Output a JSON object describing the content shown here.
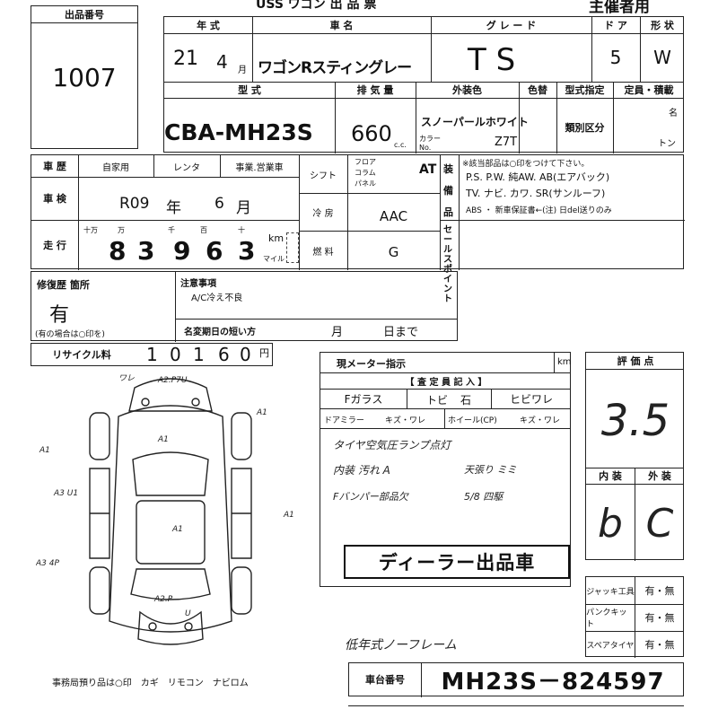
{
  "header": {
    "top_title": "USS ワゴン 出 品 票",
    "organizer": "主催者用"
  },
  "lot": {
    "label": "出品番号",
    "number": "1007"
  },
  "vehicle": {
    "year_label": "年 式",
    "year": "21",
    "month": "4",
    "month_unit": "月",
    "name_label": "車 名",
    "name": "ワゴンRスティングレー",
    "grade_label": "グ レ ー ド",
    "grade": "T S",
    "doors_label": "ド ア",
    "doors": "5",
    "shape_label": "形 状",
    "shape": "W",
    "model_label": "型 式",
    "model": "CBA-MH23S",
    "displacement_label": "排 気 量",
    "displacement": "660",
    "cc_unit": "c.c.",
    "exterior_color_label": "外装色",
    "exterior_color": "スノーパールホワイト",
    "color_change_label": "色替",
    "color_no_label": "カラー No.",
    "color_no": "Z7T",
    "type_designation_label": "型式指定",
    "classification_label": "類別区分",
    "capacity_label": "定員・積載",
    "capacity_unit_people": "名",
    "capacity_unit_ton": "トン"
  },
  "history": {
    "label": "車 歴",
    "options": [
      "自家用",
      "レンタ",
      "事業.営業車"
    ],
    "inspection_label": "車 検",
    "inspection_era": "R09",
    "year_unit": "年",
    "inspection_month": "6",
    "month_unit": "月",
    "mileage_label": "走 行",
    "mileage_digits": [
      "8",
      "3",
      "9",
      "6",
      "3"
    ],
    "mileage_places": [
      "十万",
      "万",
      "千",
      "百",
      "十",
      "km"
    ],
    "km_label": "km",
    "mile_label": "マイル"
  },
  "specs": {
    "shift_label": "シフト",
    "shift_options": [
      "フロア",
      "コラム",
      "パネル"
    ],
    "shift_value": "AT",
    "ac_label": "冷 房",
    "ac_value": "AAC",
    "fuel_label": "燃 料",
    "fuel_value": "G"
  },
  "equipment": {
    "side_label": [
      "装",
      "備",
      "品"
    ],
    "note": "※該当部品は○印をつけて下さい。",
    "line1": "P.S. P.W. 純AW. AB(エアバック)",
    "line2": "TV. ナビ. カワ. SR(サンルーフ)",
    "line3": "ABS ・ 新車保証書←(注) 日del送りのみ",
    "sales_point_label": "セールスポイント"
  },
  "repair": {
    "label": "修復歴 箇所",
    "value": "有",
    "note": "(有の場合は○印を)"
  },
  "caution": {
    "label": "注意事項",
    "text": "A/C冷え不良",
    "name_change_label": "名変期日の短い方",
    "month": "月",
    "day": "日まで"
  },
  "recycle": {
    "label": "リサイクル料",
    "digits": [
      "1",
      "0",
      "1",
      "6",
      "0"
    ],
    "unit": "円"
  },
  "meter": {
    "label": "現メーター指示",
    "unit": "km"
  },
  "inspector": {
    "title": "【 査 定 員 記 入 】",
    "row1": [
      "Fガラス",
      "トビ",
      "石",
      "ヒビワレ"
    ],
    "row2": [
      "ドアミラー",
      "キズ・ワレ",
      "ホイール(CP)",
      "キズ・ワレ"
    ],
    "notes": [
      "タイヤ空気圧ランプ点灯",
      "内装 汚れ A",
      "天張り ミミ",
      "Fバンパー部品欠",
      "5/8 四駆"
    ],
    "stamp": "ディーラー出品車",
    "frame_note": "低年式ノーフレーム"
  },
  "grade_box": {
    "label": "評 価 点",
    "score": "3.5",
    "interior_label": "内 装",
    "exterior_label": "外 装",
    "interior": "b",
    "exterior": "C"
  },
  "accessories": {
    "rows": [
      {
        "label": "ジャッキ工具",
        "value": "有・無"
      },
      {
        "label": "パンクキット",
        "value": "有・無"
      },
      {
        "label": "スペアタイヤ",
        "value": "有・無"
      }
    ]
  },
  "chassis": {
    "label": "車台番号",
    "value": "MH23S－824597"
  },
  "diagram": {
    "marks": [
      "ワレ",
      "A2.P7U",
      "A1",
      "A1",
      "A1",
      "A1",
      "A1",
      "A3 U1",
      "A3 4P",
      "A2.P",
      "U"
    ],
    "footer": "事務局預り品は○印　カギ　リモコン　ナビロム"
  }
}
